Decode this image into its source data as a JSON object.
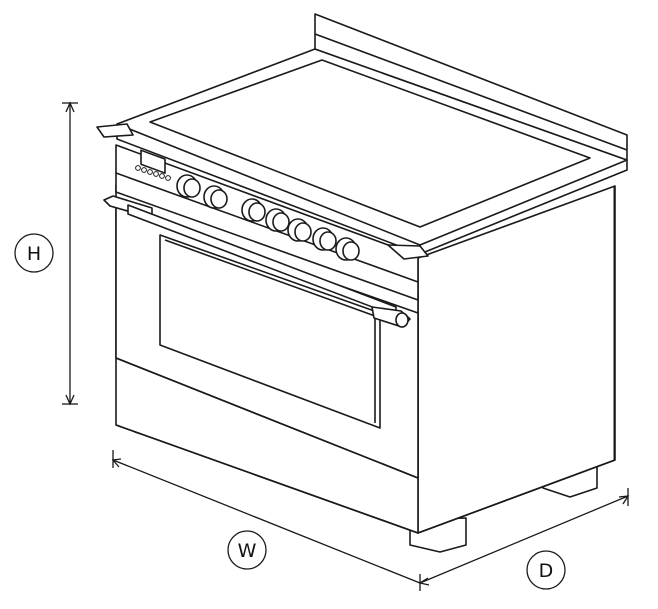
{
  "dimensions": {
    "height_label": "H",
    "width_label": "W",
    "depth_label": "D"
  },
  "appliance": {
    "knob_count": 7,
    "indicator_dot_count": 6
  },
  "colors": {
    "line": "#1a1a1a",
    "glass": "#ffffff",
    "shadow": "#d9d9d9"
  }
}
